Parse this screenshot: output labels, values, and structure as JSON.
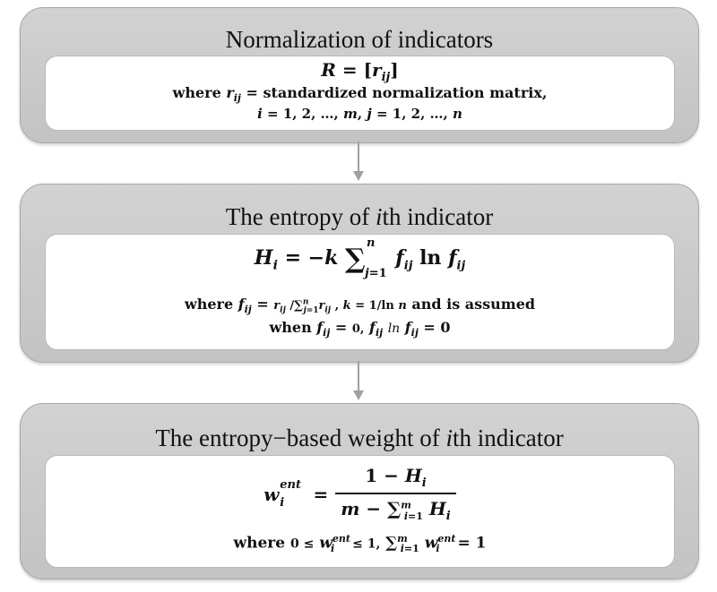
{
  "boxes": [
    {
      "title": "Normalization of indicators",
      "lines": [
        "R = [r_ij]",
        "where r_ij = standardized normalization matrix,",
        "i = 1, 2, …, m, j = 1, 2, …, n"
      ]
    },
    {
      "title": "The entropy of ith indicator",
      "lines": [
        "H_i = −k ∑_{j=1}^{n} f_ij ln f_ij",
        "where f_ij = r_ij / ∑_{j=1}^{n} r_ij , k = 1/ln n and is assumed",
        "when f_ij = 0, f_ij ln f_ij = 0"
      ]
    },
    {
      "title": "The entropy−based weight of ith indicator",
      "lines": [
        "w_i^ent = (1 − H_i) / (m − ∑_{i=1}^{m} H_i)",
        "where 0 ≤ w_i^ent ≤ 1, ∑_{i=1}^{m} w_i^ent = 1"
      ]
    }
  ],
  "colors": {
    "panel": "#c8c8c8",
    "inner": "#ffffff",
    "arrow": "#a0a0a0"
  }
}
